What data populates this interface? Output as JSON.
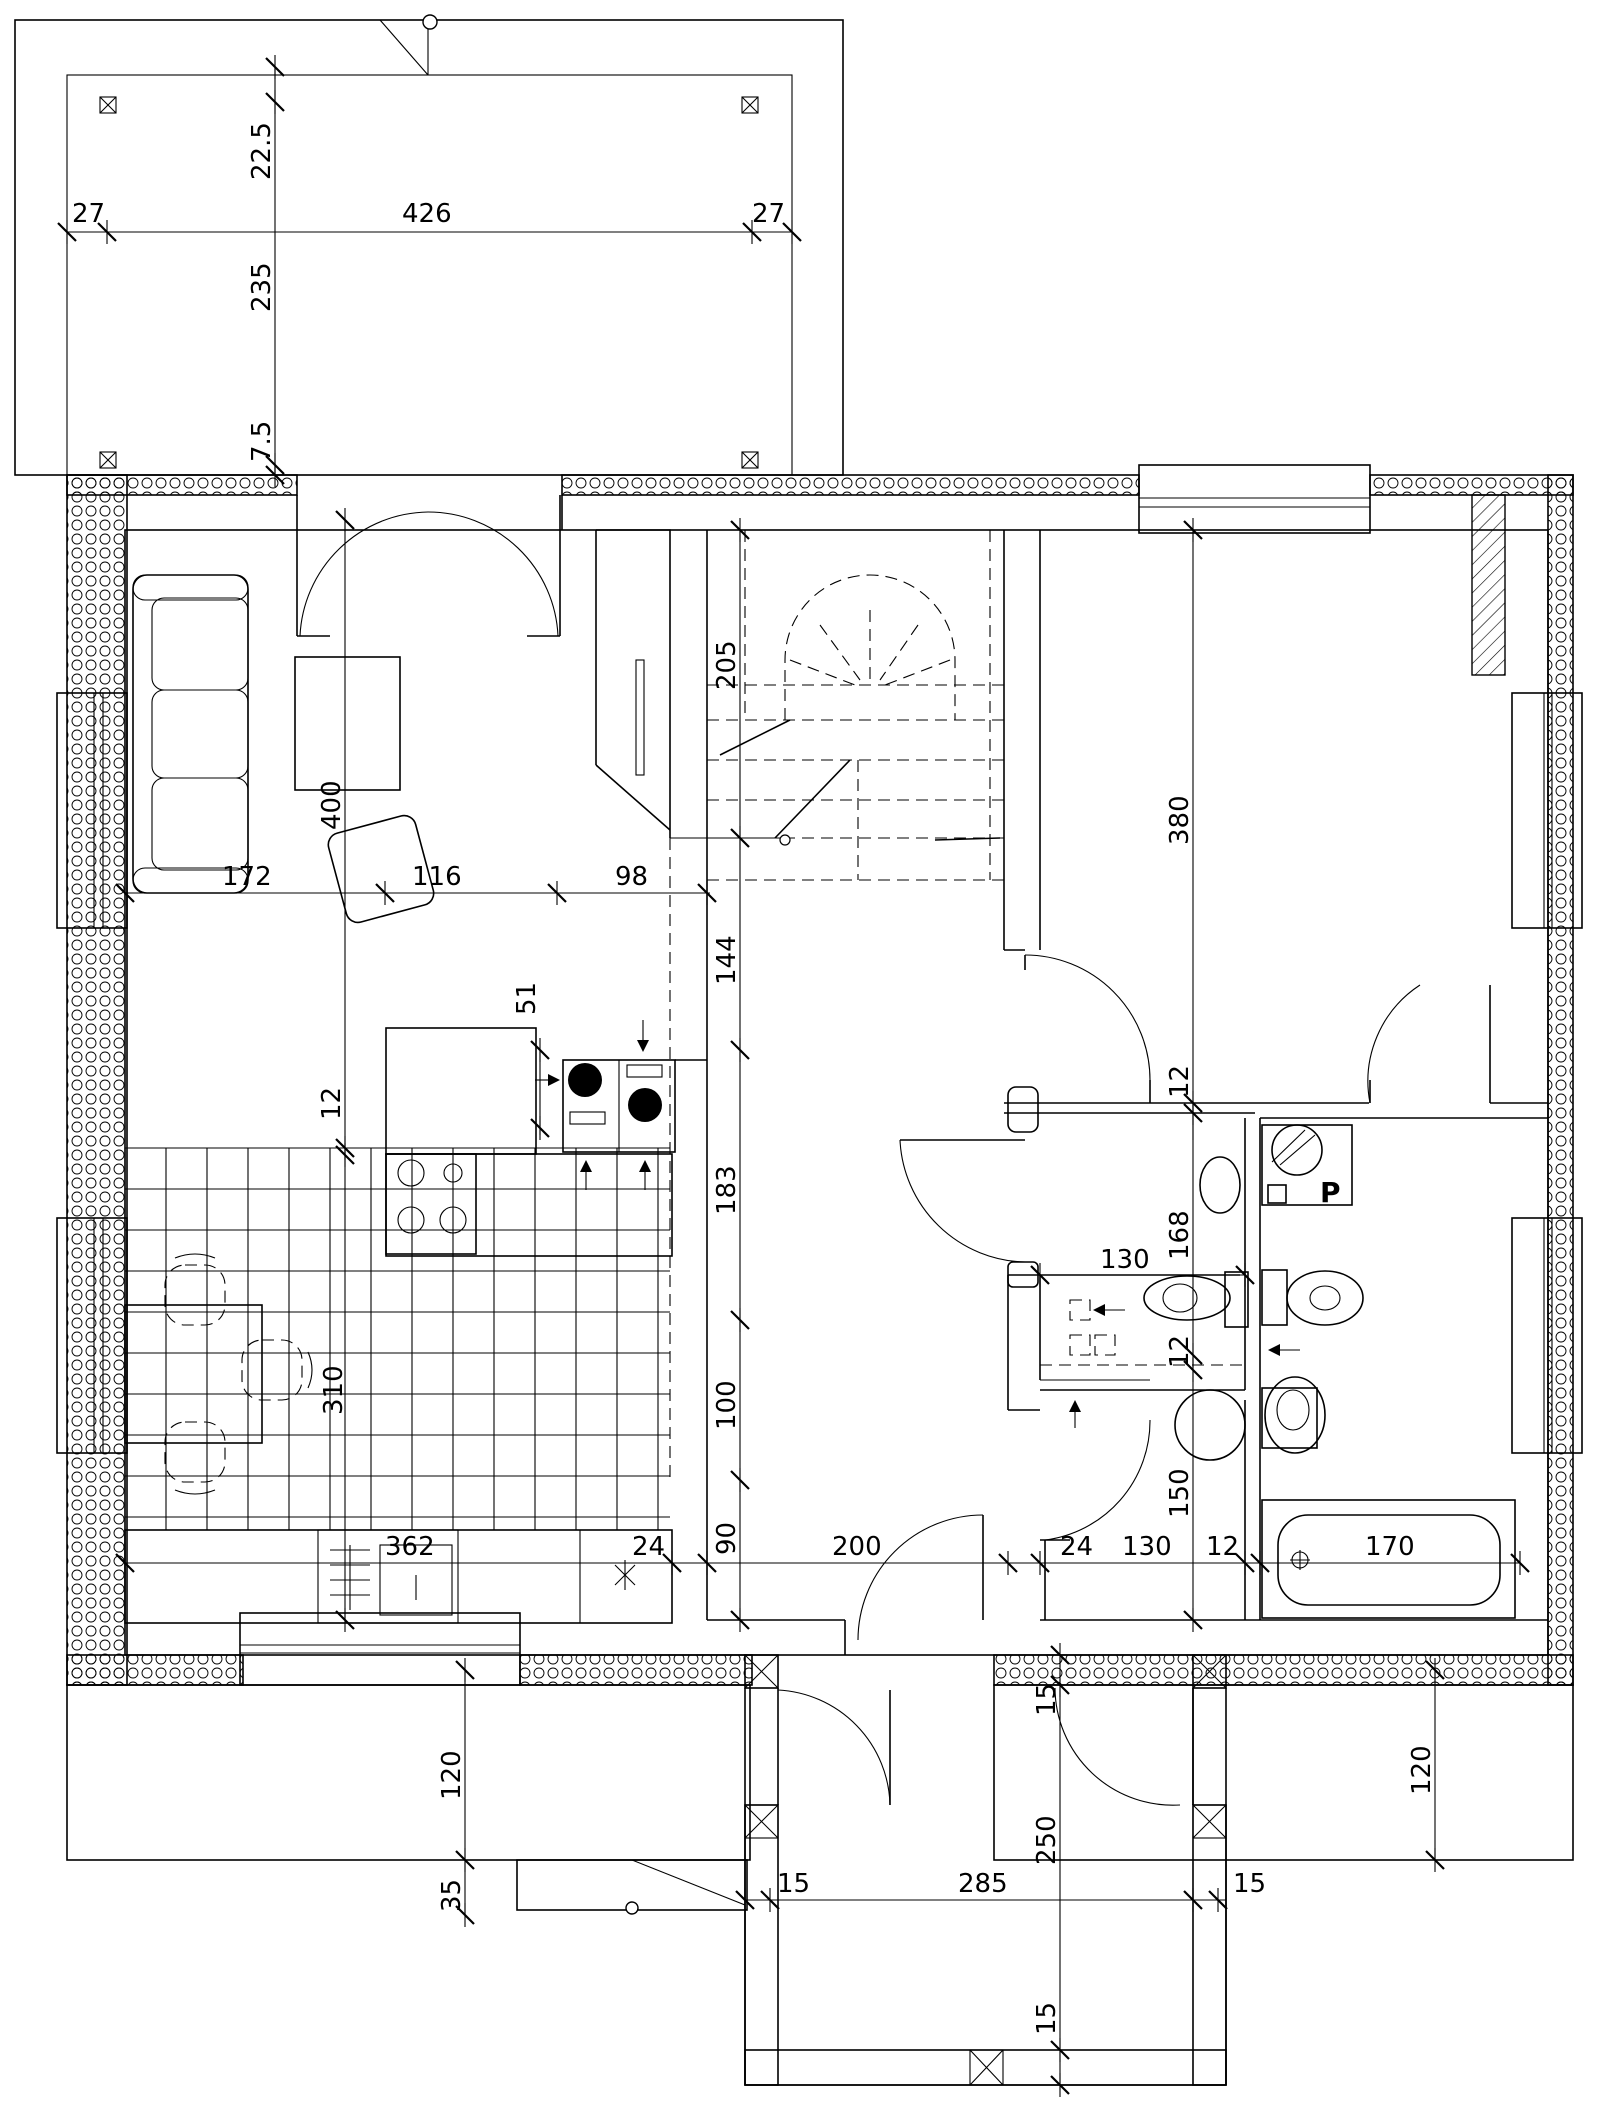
{
  "dimensions": {
    "terrace_left": "27",
    "terrace_width": "426",
    "terrace_right": "27",
    "terrace_top": "22.5",
    "terrace_depth": "235",
    "terrace_bottom": "7.5",
    "living_depth": "400",
    "living_w1": "172",
    "living_w2": "116",
    "living_w3": "98",
    "stair_len": "205",
    "corridor_144": "144",
    "kitchen_51": "51",
    "kitchen_12": "12",
    "corridor_183": "183",
    "dining_310": "310",
    "corridor_100": "100",
    "corridor_90": "90",
    "bottom_362": "362",
    "bottom_24a": "24",
    "hall_200": "200",
    "bath_24": "24",
    "bath_130": "130",
    "bath_12": "12",
    "bath_170": "170",
    "room_380": "380",
    "wall_12a": "12",
    "wc_130": "130",
    "wc_168": "168",
    "wall_12b": "12",
    "bath_150": "150",
    "porch_120_left": "120",
    "porch_35": "35",
    "porch_15a": "15",
    "porch_285": "285",
    "porch_15b": "15",
    "vest_15_top": "15",
    "vest_250": "250",
    "vest_15_bottom": "15",
    "porch_120_right": "120"
  },
  "labels": {
    "boiler": "P"
  }
}
